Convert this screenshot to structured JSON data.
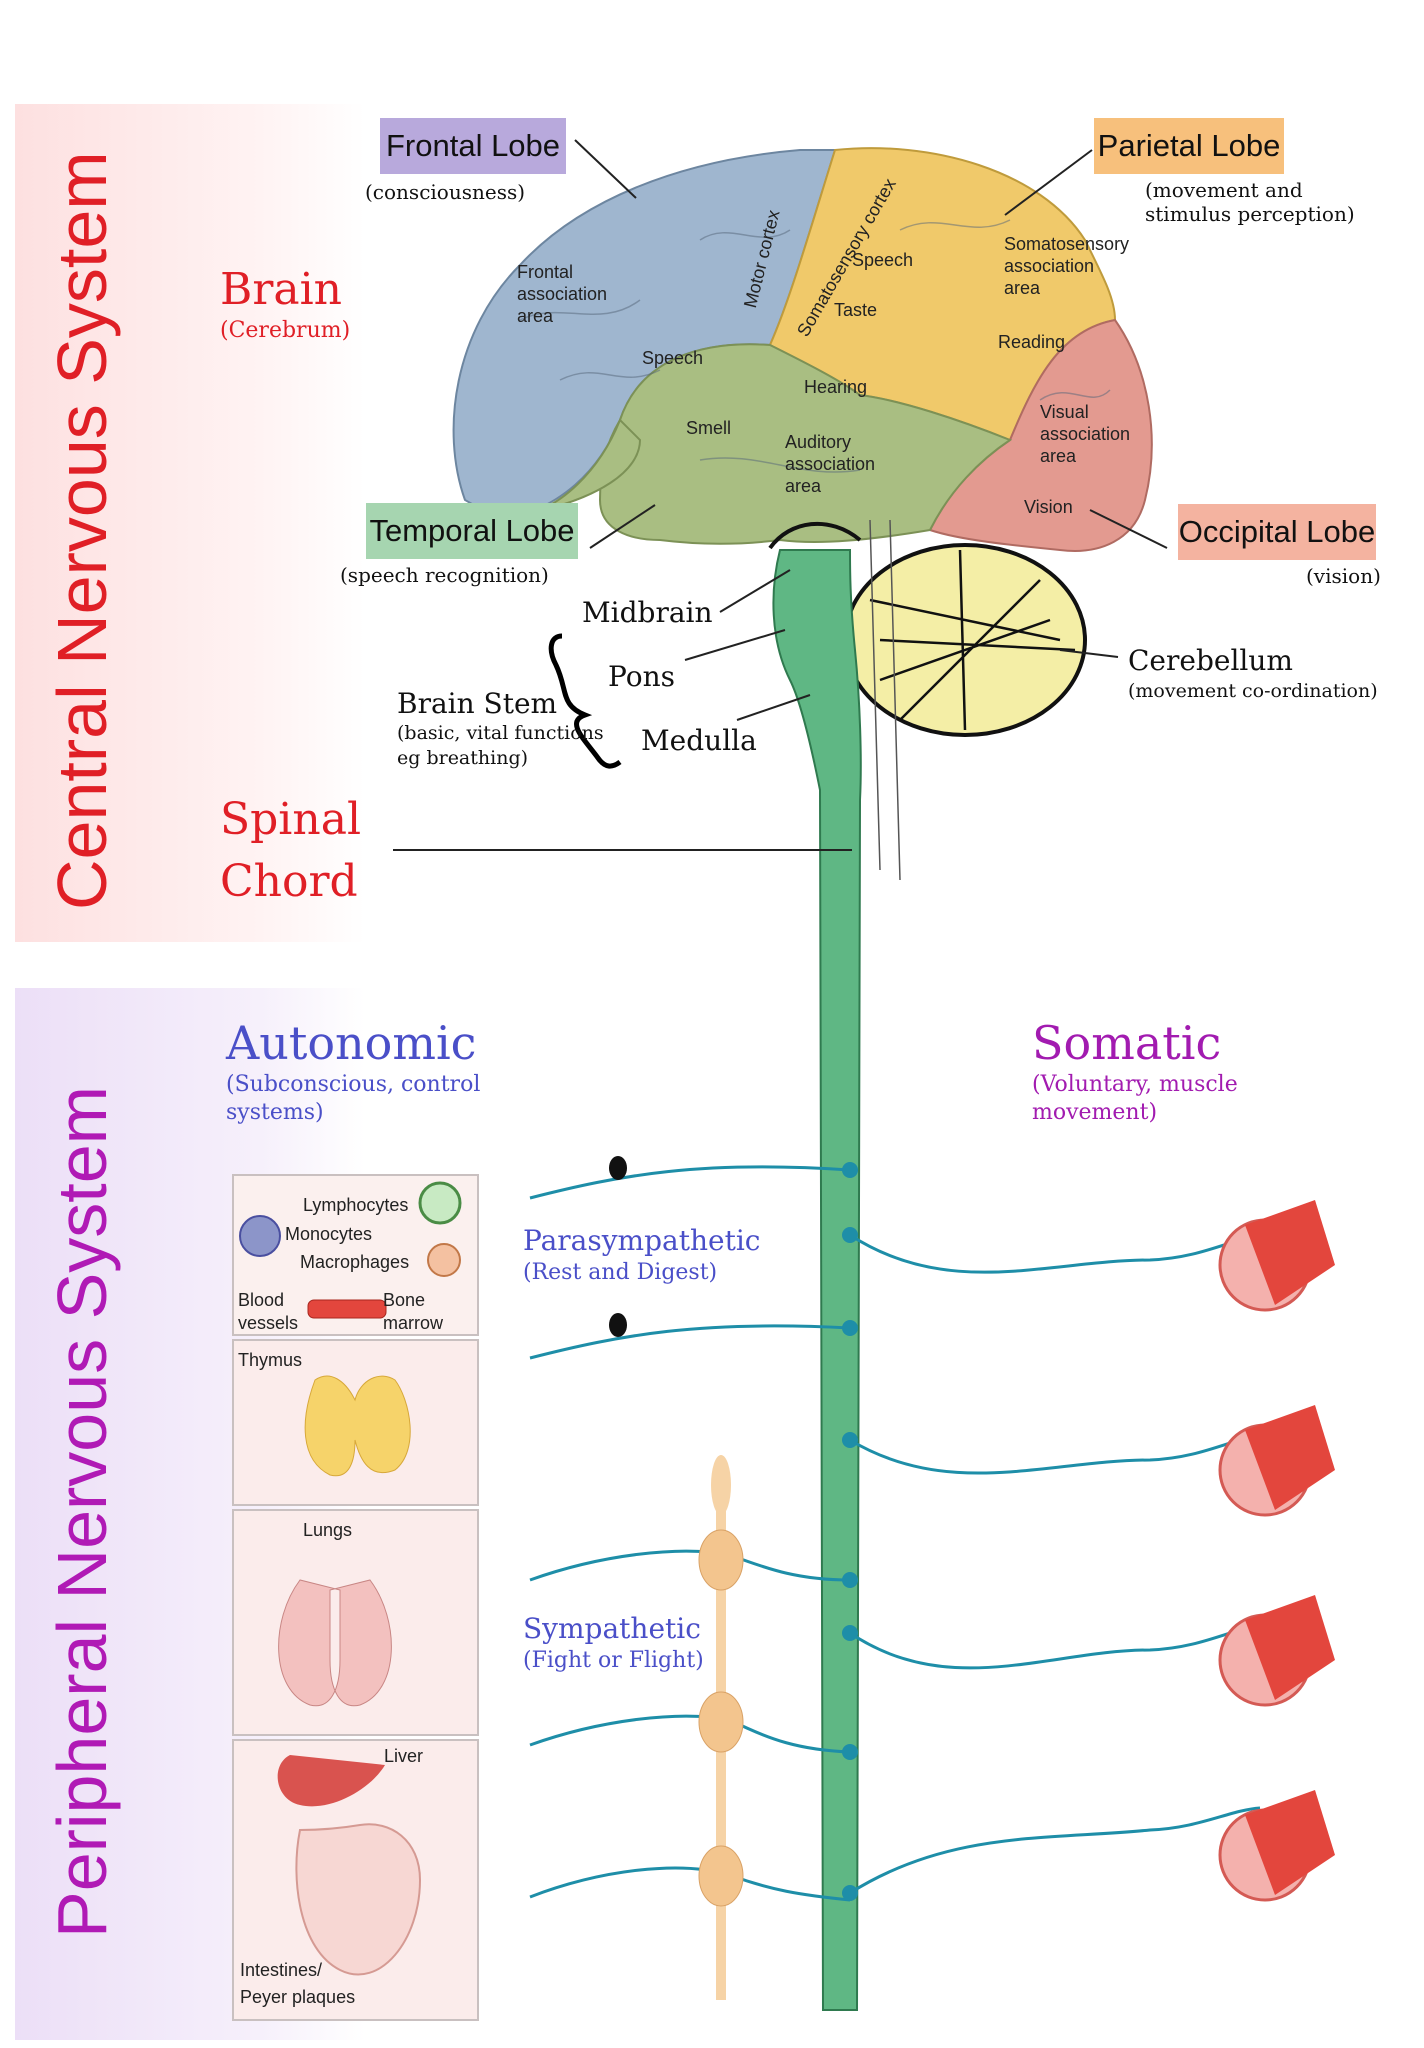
{
  "sections": {
    "cns": "Central Nervous System",
    "pns": "Peripheral Nervous System"
  },
  "brain": {
    "title": "Brain",
    "subtitle": "(Cerebrum)",
    "lobes": [
      {
        "name": "Frontal Lobe",
        "desc": "(consciousness)",
        "color": "#b8a9dc"
      },
      {
        "name": "Parietal Lobe",
        "desc_line1": "(movement and",
        "desc_line2": "stimulus perception)",
        "color": "#f7c07c"
      },
      {
        "name": "Temporal Lobe",
        "desc": "(speech recognition)",
        "color": "#a6d5b0"
      },
      {
        "name": "Occipital Lobe",
        "desc": "(vision)",
        "color": "#f4b3a0"
      }
    ],
    "regions": {
      "frontal_assoc": [
        "Frontal",
        "association",
        "area"
      ],
      "motor_cortex": "Motor cortex",
      "somatosensory_cortex": "Somatosensory cortex",
      "speech_top": "Speech",
      "taste": "Taste",
      "somatosensory_assoc": [
        "Somatosensory",
        "association",
        "area"
      ],
      "reading": "Reading",
      "speech_left": "Speech",
      "hearing": "Hearing",
      "smell": "Smell",
      "auditory_assoc": [
        "Auditory",
        "association",
        "area"
      ],
      "visual_assoc": [
        "Visual",
        "association",
        "area"
      ],
      "vision": "Vision"
    }
  },
  "brainstem": {
    "midbrain": "Midbrain",
    "pons": "Pons",
    "medulla": "Medulla",
    "title": "Brain Stem",
    "desc_line1": "(basic, vital functions",
    "desc_line2": "eg breathing)"
  },
  "cerebellum": {
    "name": "Cerebellum",
    "desc": "(movement co-ordination)"
  },
  "spinal": {
    "line1": "Spinal",
    "line2": "Chord"
  },
  "autonomic": {
    "title": "Autonomic",
    "desc_line1": "(Subconscious, control",
    "desc_line2": "systems)"
  },
  "somatic": {
    "title": "Somatic",
    "desc_line1": "(Voluntary, muscle",
    "desc_line2": "movement)"
  },
  "parasympathetic": {
    "title": "Parasympathetic",
    "desc": "(Rest and Digest)"
  },
  "sympathetic": {
    "title": "Sympathetic",
    "desc": "(Fight or Flight)"
  },
  "organs": {
    "lymphocytes": "Lymphocytes",
    "monocytes": "Monocytes",
    "macrophages": "Macrophages",
    "blood": [
      "Blood",
      "vessels"
    ],
    "bone": [
      "Bone",
      "marrow"
    ],
    "thymus": "Thymus",
    "lungs": "Lungs",
    "liver": "Liver",
    "intestines": [
      "Intestines/",
      "Peyer plaques"
    ]
  },
  "colors": {
    "cns_text": "#e01f26",
    "pns_text": "#b01ab5",
    "autonomic": "#4a4fc8",
    "somatic": "#a21bb0",
    "spinal_cord": "#5fb784",
    "nerve": "#1e8ea8"
  }
}
